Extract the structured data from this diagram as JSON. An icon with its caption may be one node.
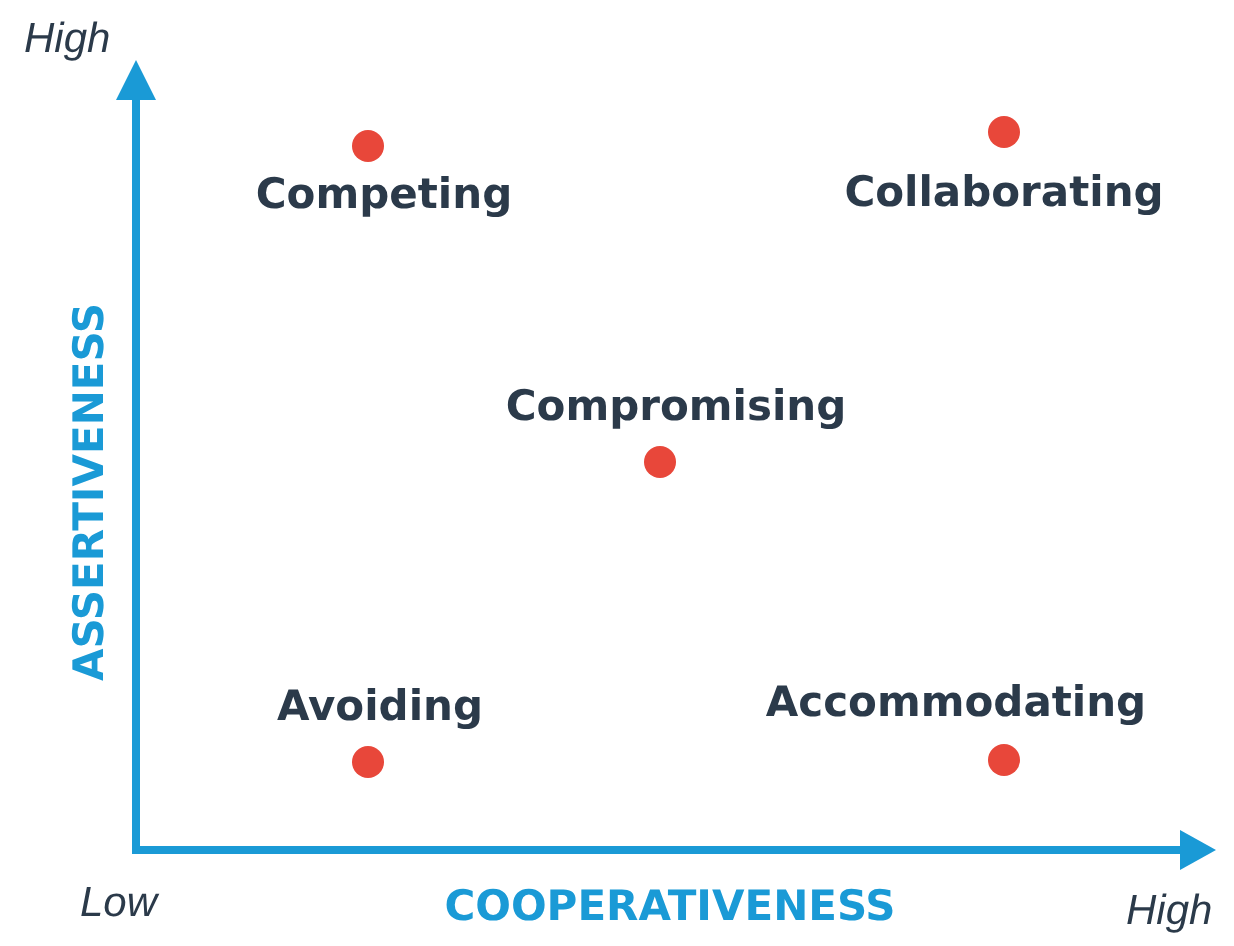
{
  "diagram": {
    "labels": [
      "High",
      "Competing",
      "Collaborating",
      "ASSERTIVENESS",
      "Compromising",
      "Avoiding",
      "Accommodating",
      "Low",
      "COOPERATIVENESS",
      "High"
    ]
  }
}
